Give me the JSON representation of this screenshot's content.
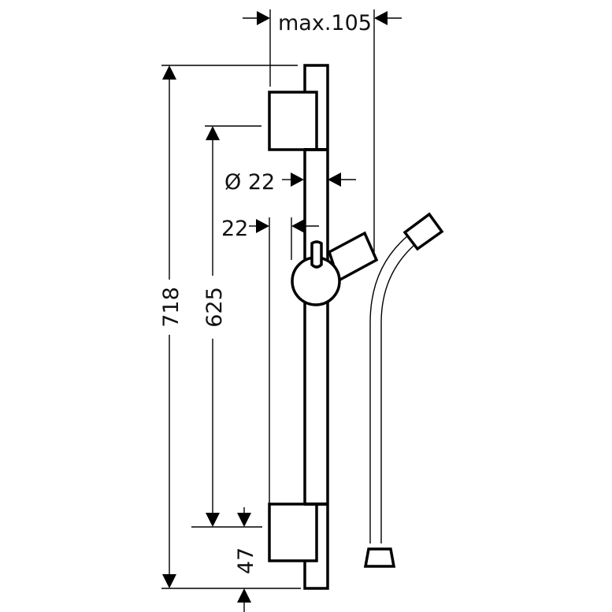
{
  "drawing": {
    "dimensions": {
      "max_width": "max.105",
      "diameter": "Ø 22",
      "offset": "22",
      "total_height": "718",
      "bracket_spacing": "625",
      "bottom_offset": "47"
    },
    "line_color": "#000000",
    "background": "#ffffff"
  }
}
